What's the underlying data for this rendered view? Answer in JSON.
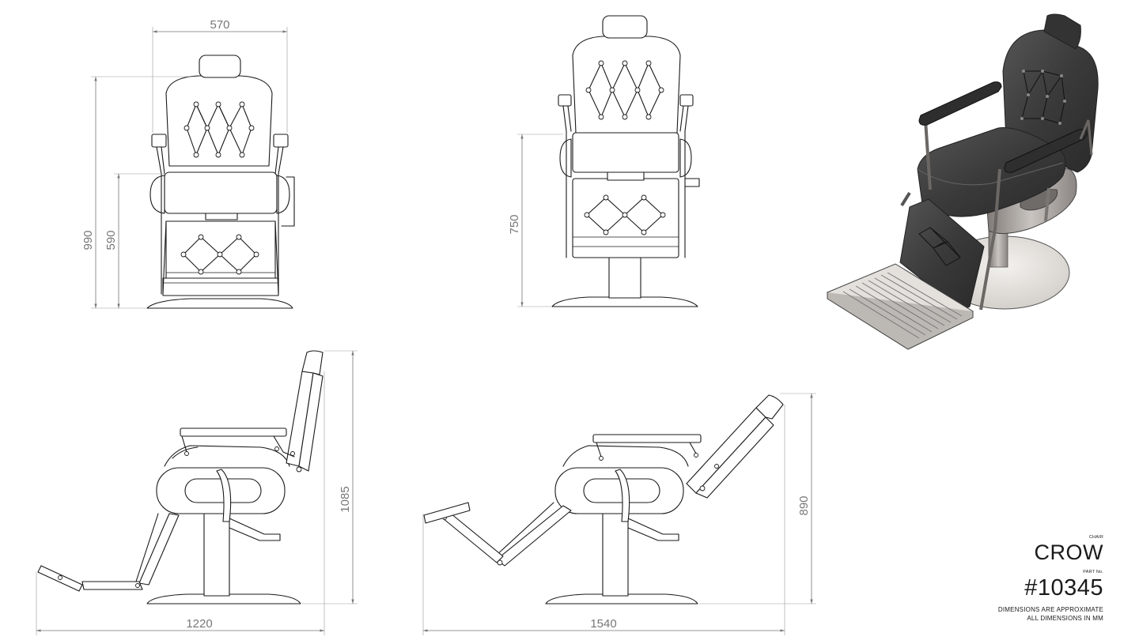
{
  "dimensions": {
    "front_width": "570",
    "front_height_total": "990",
    "front_seat_height": "590",
    "back_height": "750",
    "side_height": "1085",
    "side_length": "1220",
    "recline_length": "1540",
    "recline_height": "890"
  },
  "title_block": {
    "category_label": "CHAIR",
    "model_name": "CROW",
    "part_label": "PART No.",
    "part_number": "#10345",
    "note_1": "DIMENSIONS ARE APPROXIMATE",
    "note_2": "ALL DIMENSIONS IN MM"
  },
  "colors": {
    "line": "#1a1a1a",
    "dimension": "#777777",
    "upholstery": "#3a3a3a",
    "metal": "#a8a29e",
    "base": "#e6e3df"
  }
}
